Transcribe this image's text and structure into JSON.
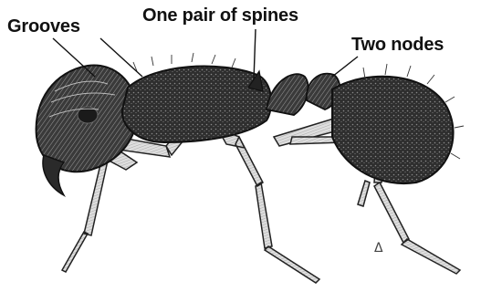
{
  "labels": {
    "grooves": "Grooves",
    "spines": "One pair of spines",
    "nodes": "Two nodes"
  },
  "scale_mark": "Δ",
  "colors": {
    "ink": "#1a1a1a",
    "body_dark": "#2b2b2b",
    "body_mid": "#555555",
    "leg": "#d8d8d8",
    "background": "#ffffff"
  }
}
